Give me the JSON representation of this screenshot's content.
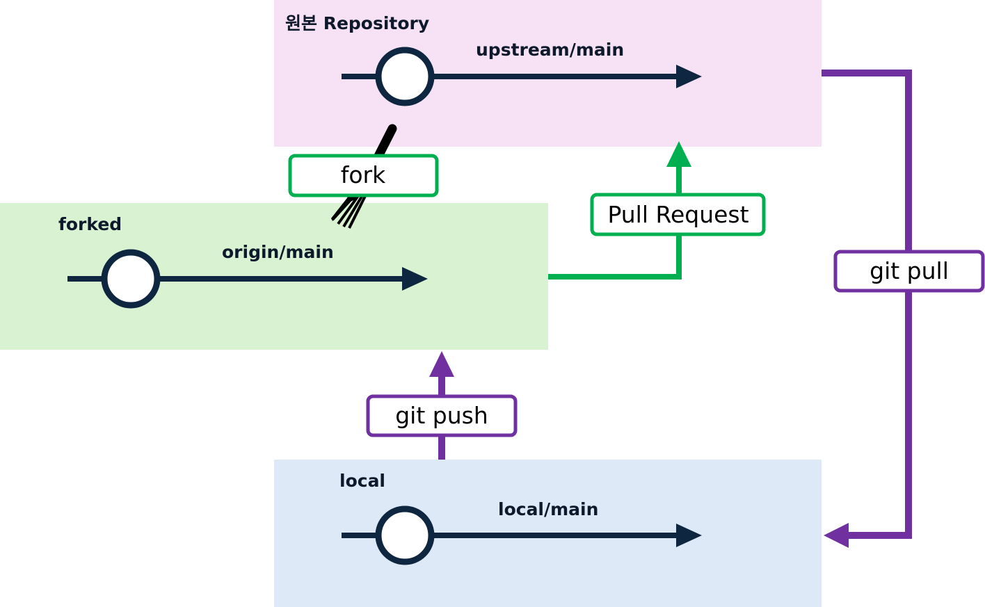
{
  "regions": {
    "upstream": {
      "title": "원본 Repository",
      "branch": "upstream/main",
      "fill": "#f6e1f5"
    },
    "forked": {
      "title": "forked",
      "branch": "origin/main",
      "fill": "#d9f2d1"
    },
    "local": {
      "title": "local",
      "branch": "local/main",
      "fill": "#dde9f6"
    }
  },
  "actions": {
    "fork": "fork",
    "pull_request": "Pull Request",
    "git_push": "git push",
    "git_pull": "git pull"
  },
  "colors": {
    "branch_line": "#0e2640",
    "green": "#00b050",
    "purple": "#7030a0",
    "fork_icon": "#000000"
  },
  "icons": {
    "fork": "fork-utensil-icon"
  }
}
